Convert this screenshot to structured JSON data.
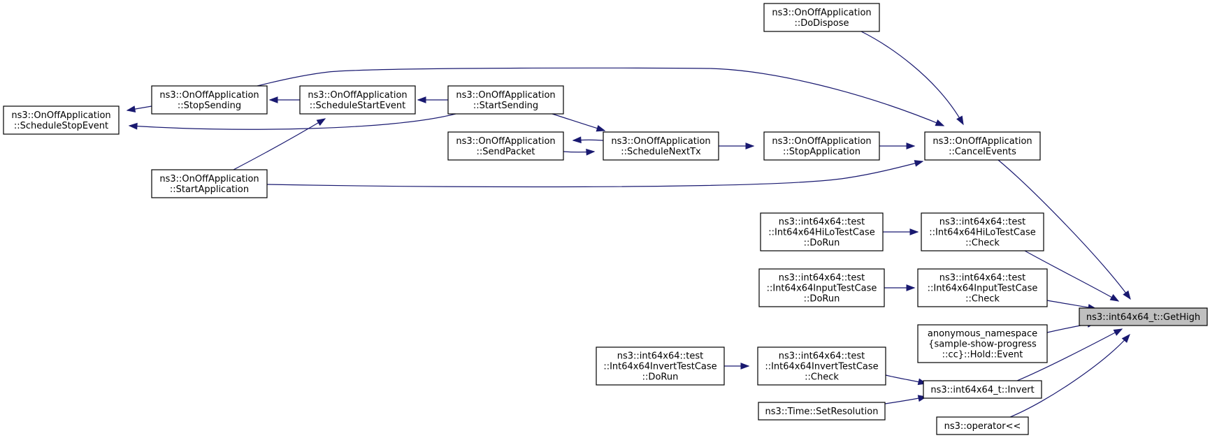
{
  "nodes": [
    {
      "id": "getHigh",
      "lines": [
        "ns3::int64x64_t::GetHigh"
      ],
      "current": true
    },
    {
      "id": "doDispose",
      "lines": [
        "ns3::OnOffApplication",
        "::DoDispose"
      ]
    },
    {
      "id": "cancelEvents",
      "lines": [
        "ns3::OnOffApplication",
        "::CancelEvents"
      ]
    },
    {
      "id": "stopApplication",
      "lines": [
        "ns3::OnOffApplication",
        "::StopApplication"
      ]
    },
    {
      "id": "scheduleNextTx",
      "lines": [
        "ns3::OnOffApplication",
        "::ScheduleNextTx"
      ]
    },
    {
      "id": "sendPacket",
      "lines": [
        "ns3::OnOffApplication",
        "::SendPacket"
      ]
    },
    {
      "id": "startSending",
      "lines": [
        "ns3::OnOffApplication",
        "::StartSending"
      ]
    },
    {
      "id": "scheduleStartEvent",
      "lines": [
        "ns3::OnOffApplication",
        "::ScheduleStartEvent"
      ]
    },
    {
      "id": "stopSending",
      "lines": [
        "ns3::OnOffApplication",
        "::StopSending"
      ]
    },
    {
      "id": "scheduleStopEvent",
      "lines": [
        "ns3::OnOffApplication",
        "::ScheduleStopEvent"
      ]
    },
    {
      "id": "startApplication",
      "lines": [
        "ns3::OnOffApplication",
        "::StartApplication"
      ]
    },
    {
      "id": "hiLoCheck",
      "lines": [
        "ns3::int64x64::test",
        "::Int64x64HiLoTestCase",
        "::Check"
      ]
    },
    {
      "id": "hiLoDoRun",
      "lines": [
        "ns3::int64x64::test",
        "::Int64x64HiLoTestCase",
        "::DoRun"
      ]
    },
    {
      "id": "inputCheck",
      "lines": [
        "ns3::int64x64::test",
        "::Int64x64InputTestCase",
        "::Check"
      ]
    },
    {
      "id": "inputDoRun",
      "lines": [
        "ns3::int64x64::test",
        "::Int64x64InputTestCase",
        "::DoRun"
      ]
    },
    {
      "id": "holdEvent",
      "lines": [
        "anonymous_namespace",
        "{sample-show-progress",
        "::cc}::Hold::Event"
      ]
    },
    {
      "id": "invert",
      "lines": [
        "ns3::int64x64_t::Invert"
      ]
    },
    {
      "id": "invertCheck",
      "lines": [
        "ns3::int64x64::test",
        "::Int64x64InvertTestCase",
        "::Check"
      ]
    },
    {
      "id": "invertDoRun",
      "lines": [
        "ns3::int64x64::test",
        "::Int64x64InvertTestCase",
        "::DoRun"
      ]
    },
    {
      "id": "setResolution",
      "lines": [
        "ns3::Time::SetResolution"
      ]
    },
    {
      "id": "operatorShift",
      "lines": [
        "ns3::operator<<"
      ]
    }
  ],
  "edges": [
    {
      "from": "cancelEvents",
      "to": "getHigh"
    },
    {
      "from": "hiLoCheck",
      "to": "getHigh"
    },
    {
      "from": "inputCheck",
      "to": "getHigh"
    },
    {
      "from": "holdEvent",
      "to": "getHigh"
    },
    {
      "from": "invert",
      "to": "getHigh"
    },
    {
      "from": "operatorShift",
      "to": "getHigh"
    },
    {
      "from": "doDispose",
      "to": "cancelEvents"
    },
    {
      "from": "stopApplication",
      "to": "cancelEvents"
    },
    {
      "from": "stopSending",
      "to": "cancelEvents"
    },
    {
      "from": "startApplication",
      "to": "cancelEvents"
    },
    {
      "from": "scheduleNextTx",
      "to": "stopApplication"
    },
    {
      "from": "startSending",
      "to": "scheduleNextTx"
    },
    {
      "from": "sendPacket",
      "to": "scheduleNextTx"
    },
    {
      "from": "scheduleNextTx",
      "to": "sendPacket"
    },
    {
      "from": "startSending",
      "to": "scheduleStartEvent"
    },
    {
      "from": "startSending",
      "to": "scheduleStopEvent"
    },
    {
      "from": "scheduleStartEvent",
      "to": "stopSending"
    },
    {
      "from": "stopSending",
      "to": "scheduleStopEvent"
    },
    {
      "from": "startApplication",
      "to": "scheduleStartEvent"
    },
    {
      "from": "hiLoDoRun",
      "to": "hiLoCheck"
    },
    {
      "from": "inputDoRun",
      "to": "inputCheck"
    },
    {
      "from": "invertCheck",
      "to": "invert"
    },
    {
      "from": "setResolution",
      "to": "invert"
    },
    {
      "from": "invertDoRun",
      "to": "invertCheck"
    }
  ],
  "colors": {
    "edge": "#191970",
    "node_border": "#000000",
    "current_fill": "#bfbfbf"
  }
}
